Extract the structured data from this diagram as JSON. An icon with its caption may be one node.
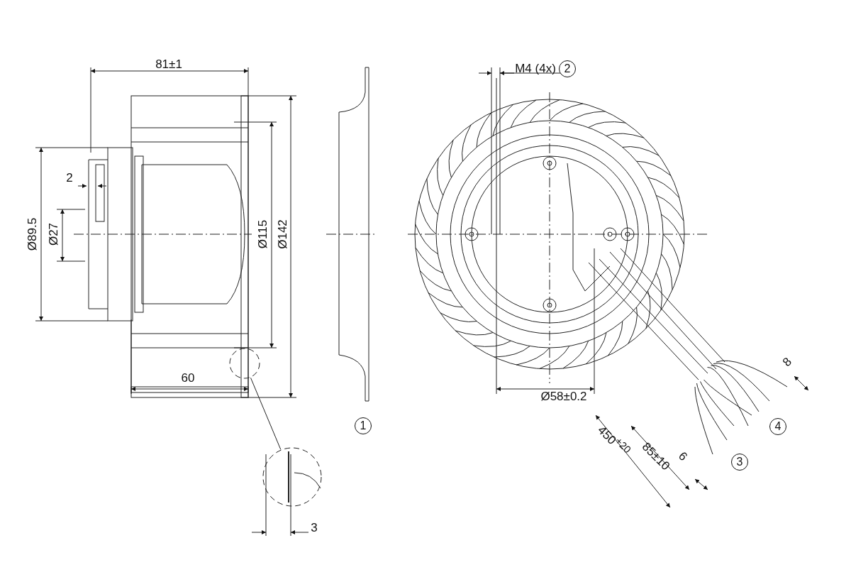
{
  "diagram": {
    "nodes": [
      {
        "text": [],
        "shape": "circle"
      },
      {
        "text": [],
        "shape": "circle"
      }
    ],
    "edges": [
      {
        "from": 0,
        "to": 1,
        "arrow": "none"
      }
    ],
    "labels": [
      "81±1",
      "M4 (4x)",
      "2",
      "2",
      "Ø89.5",
      "Ø27",
      "Ø115",
      "Ø142",
      "60",
      "Ø58±0.2",
      "8",
      "1",
      "450$^{+20}$",
      "85±10",
      "6",
      "4",
      "3",
      "3"
    ]
  }
}
